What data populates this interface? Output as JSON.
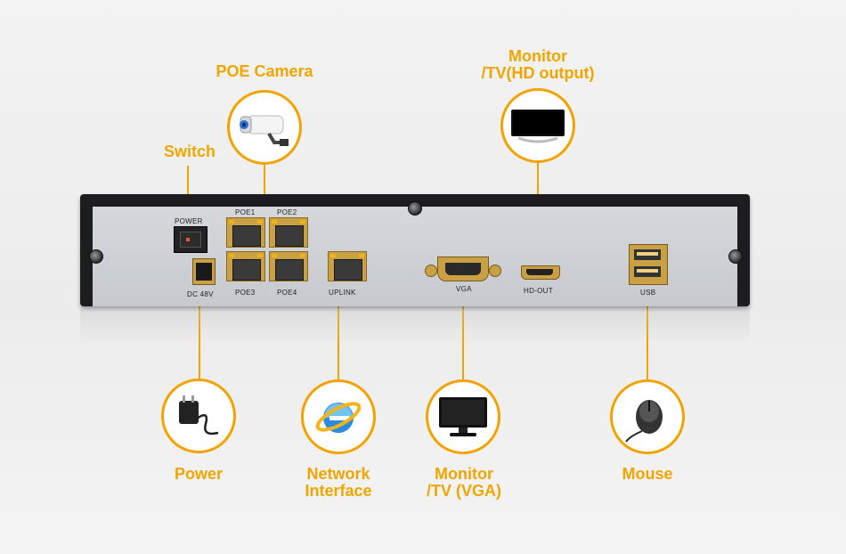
{
  "callouts": {
    "poe_camera": "POE Camera",
    "switch": "Switch",
    "monitor_hd_line1": "Monitor",
    "monitor_hd_line2": "/TV(HD output)",
    "power": "Power",
    "network_line1": "Network",
    "network_line2": "Interface",
    "monitor_vga_line1": "Monitor",
    "monitor_vga_line2": "/TV (VGA)",
    "mouse": "Mouse"
  },
  "ports": {
    "power": "POWER",
    "poe1": "POE1",
    "poe2": "POE2",
    "poe3": "POE3",
    "poe4": "POE4",
    "dc": "DC 48V",
    "uplink": "UPLINK",
    "vga": "VGA",
    "hd_out": "HD-OUT",
    "usb": "USB"
  },
  "colors": {
    "accent": "#f0a500",
    "device_frame": "#1d1d1f",
    "panel": "#cfd1d5"
  }
}
